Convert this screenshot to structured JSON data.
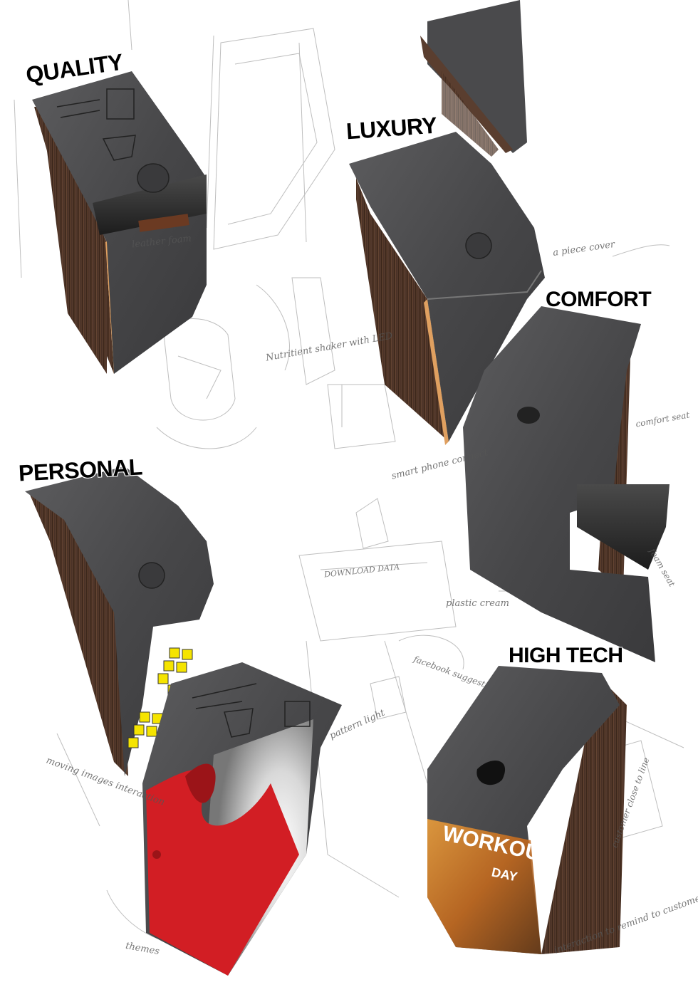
{
  "labels": {
    "quality": "QUALITY",
    "luxury": "LUXURY",
    "comfort": "COMFORT",
    "personal": "PERSONAL",
    "high_tech": "HIGH TECH"
  },
  "promo": {
    "line1": "WORKOUT",
    "line2": "DAY"
  },
  "notes": {
    "leather_foam": "leather foam",
    "nutritient_shaker": "Nutritient shaker with LED",
    "piece_cover": "a piece cover",
    "comfort_seat": "comfort seat",
    "foam_seat": "foam seat",
    "smart_phone": "smart phone connect",
    "download_data": "DOWNLOAD DATA",
    "plastic_cream": "plastic cream",
    "facebook_suggest": "facebook suggest",
    "pattern_light": "pattern light",
    "moving_images": "moving images interaction",
    "themes": "themes",
    "interaction_remind": "interaction to remind to customer",
    "customer_close": "customer close to line"
  },
  "colors": {
    "wood": "#4a3326",
    "body": "#4a4a4c",
    "accent_red": "#d21e24",
    "accent_yellow": "#f5e400"
  }
}
